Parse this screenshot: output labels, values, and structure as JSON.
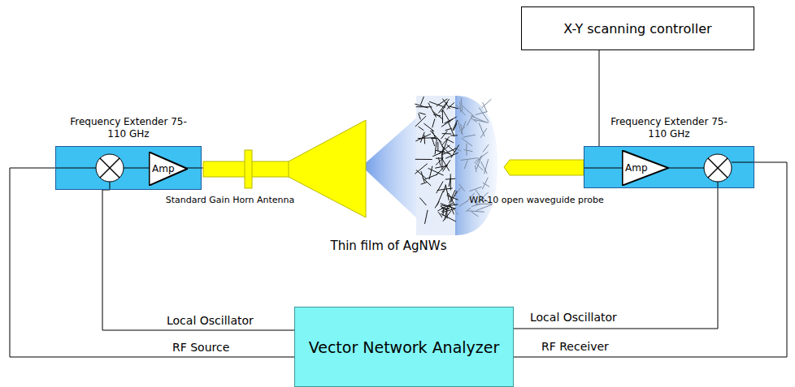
{
  "diagram": {
    "nodes": [
      {
        "text": [
          "Frequency Extender 75-110 GHz"
        ]
      },
      {
        "text": [
          "Amp"
        ],
        "in": 0
      },
      {
        "text": [
          "X-Y scanning controller"
        ]
      },
      {
        "text": [
          "Frequency Extender 75-110 GHz"
        ]
      },
      {
        "text": [
          "Amp"
        ],
        "in": 3
      },
      {
        "text": [
          "Vector Network Analyzer"
        ]
      }
    ],
    "edges": [
      {
        "from": 2,
        "to": 3,
        "arrow": "none"
      },
      {
        "from": 5,
        "to": 0,
        "label": "Local Oscillator",
        "arrow": "none"
      },
      {
        "from": 5,
        "to": 0,
        "label": "RF Source",
        "arrow": "none"
      },
      {
        "from": 5,
        "to": 3,
        "label": "Local Oscillator",
        "arrow": "none"
      },
      {
        "from": 5,
        "to": 3,
        "label": "RF Receiver",
        "arrow": "none"
      }
    ],
    "labels": [
      "Standard Gain Horn Antenna",
      "WR-10 open waveguide probe",
      "Thin film of AgNWs"
    ]
  }
}
